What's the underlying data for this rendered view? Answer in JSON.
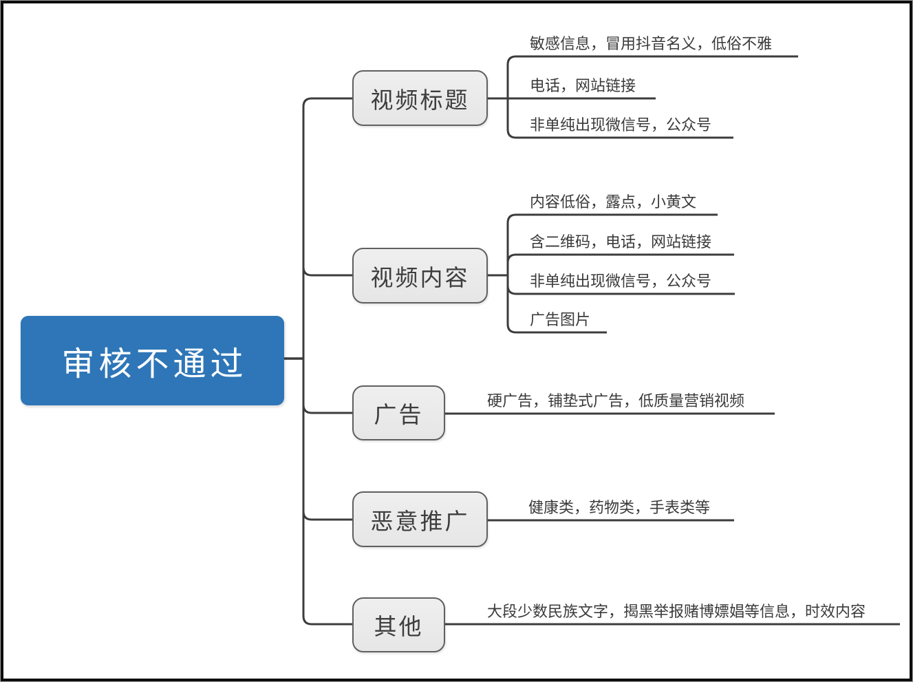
{
  "mindmap": {
    "root": {
      "label": "审核不通过"
    },
    "branches": [
      {
        "label": "视频标题",
        "leaves": [
          "敏感信息，冒用抖音名义，低俗不雅",
          "电话，网站链接",
          "非单纯出现微信号，公众号"
        ]
      },
      {
        "label": "视频内容",
        "leaves": [
          "内容低俗，露点，小黄文",
          "含二维码，电话，网站链接",
          "非单纯出现微信号，公众号",
          "广告图片"
        ]
      },
      {
        "label": "广告",
        "leaves": [
          "硬广告，铺垫式广告，低质量营销视频"
        ]
      },
      {
        "label": "恶意推广",
        "leaves": [
          "健康类，药物类，手表类等"
        ]
      },
      {
        "label": "其他",
        "leaves": [
          "大段少数民族文字，揭黑举报赌博嫖娼等信息，时效内容"
        ]
      }
    ],
    "colors": {
      "root_background": "#2E76B7",
      "root_text": "#FFFFFF",
      "topic_background": "#EBEBEB",
      "topic_border": "#5F5F5F",
      "topic_text": "#3D3D3D",
      "connector_line": "#3C3C3C",
      "leaf_text": "#3A3A3A",
      "canvas_border": "#0D0D0D"
    }
  }
}
